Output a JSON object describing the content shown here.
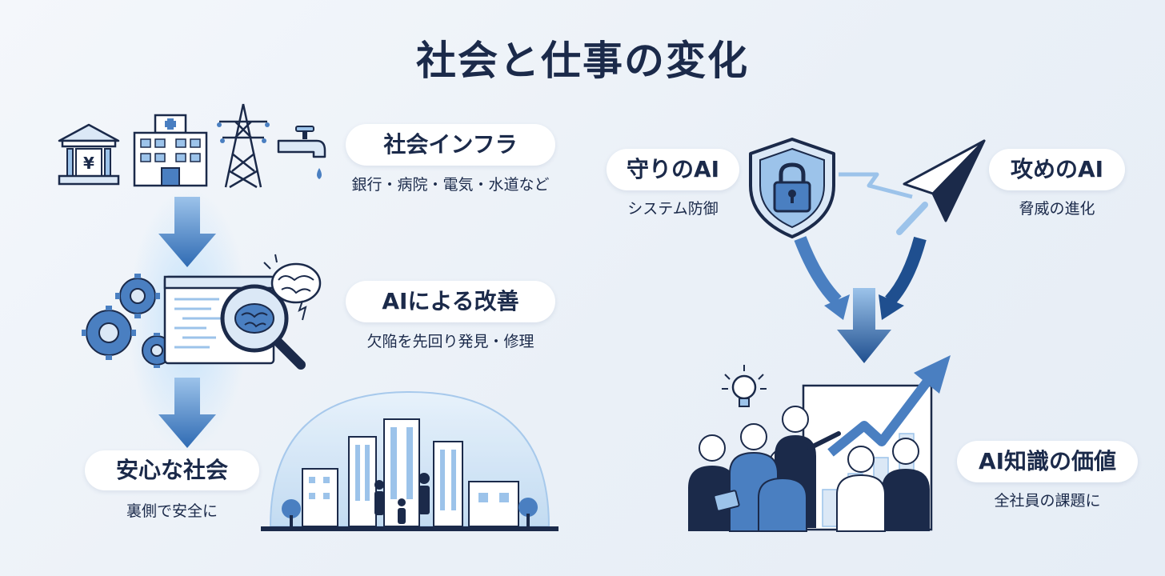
{
  "title": "社会と仕事の変化",
  "left": {
    "infra": {
      "label": "社会インフラ",
      "desc": "銀行・病院・電気・水道など"
    },
    "ai_improve": {
      "label": "AIによる改善",
      "desc": "欠陥を先回り発見・修理"
    },
    "safe": {
      "label": "安心な社会",
      "desc": "裏側で安全に"
    },
    "bank_symbol": "¥"
  },
  "right": {
    "defense": {
      "label": "守りのAI",
      "desc": "システム防御"
    },
    "attack": {
      "label": "攻めのAI",
      "desc": "脅威の進化"
    },
    "knowledge": {
      "label": "AI知識の価値",
      "desc": "全社員の課題に"
    }
  },
  "colors": {
    "navy": "#1b2a4a",
    "accent_blue": "#4a7fc1",
    "light_blue": "#9cc3ea",
    "glow": "#bfe0fb"
  },
  "icons": [
    "bank-icon",
    "hospital-icon",
    "power-tower-icon",
    "faucet-icon",
    "gear-icon",
    "code-window-icon",
    "magnifier-brain-icon",
    "brain-icon",
    "city-dome-icon",
    "shield-lock-icon",
    "paper-plane-icon",
    "lightbulb-icon",
    "growth-chart-icon",
    "team-icon"
  ]
}
